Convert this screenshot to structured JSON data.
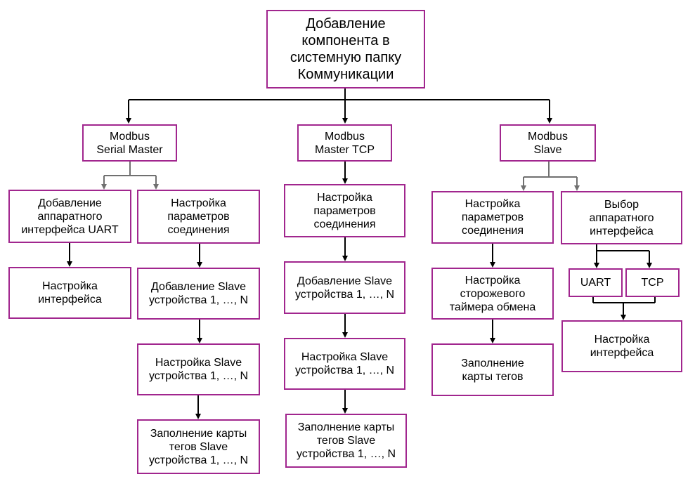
{
  "diagram": {
    "root": "Добавление\nкомпонента в\nсистемную папку\nКоммуникации",
    "serial_master": {
      "title": "Modbus\nSerial Master",
      "add_uart": "Добавление\nаппаратного\nинтерфейса UART",
      "interface_setup": "Настройка\nинтерфейса",
      "connection_params": "Настройка\nпараметров\nсоединения",
      "add_slave": "Добавление Slave\nустройства 1, …, N",
      "setup_slave": "Настройка Slave\nустройства 1, …, N",
      "fill_tag_map": "Заполнение карты\nтегов Slave\nустройства 1, …, N"
    },
    "master_tcp": {
      "title": "Modbus\nMaster TCP",
      "connection_params": "Настройка\nпараметров\nсоединения",
      "add_slave": "Добавление Slave\nустройства 1, …, N",
      "setup_slave": "Настройка Slave\nустройства 1, …, N",
      "fill_tag_map": "Заполнение карты\nтегов Slave\nустройства 1, …, N"
    },
    "slave": {
      "title": "Modbus\nSlave",
      "connection_params": "Настройка\nпараметров\nсоединения",
      "watchdog": "Настройка\nсторожевого\nтаймера обмена",
      "fill_tag_map": "Заполнение\nкарты тегов",
      "select_interface": "Выбор\nаппаратного\nинтерфейса",
      "uart": "UART",
      "tcp": "TCP",
      "interface_setup": "Настройка\nинтерфейса"
    }
  },
  "colors": {
    "box_border": "#A1268E",
    "arrow_dark": "#000000",
    "arrow_gray": "#707070"
  }
}
